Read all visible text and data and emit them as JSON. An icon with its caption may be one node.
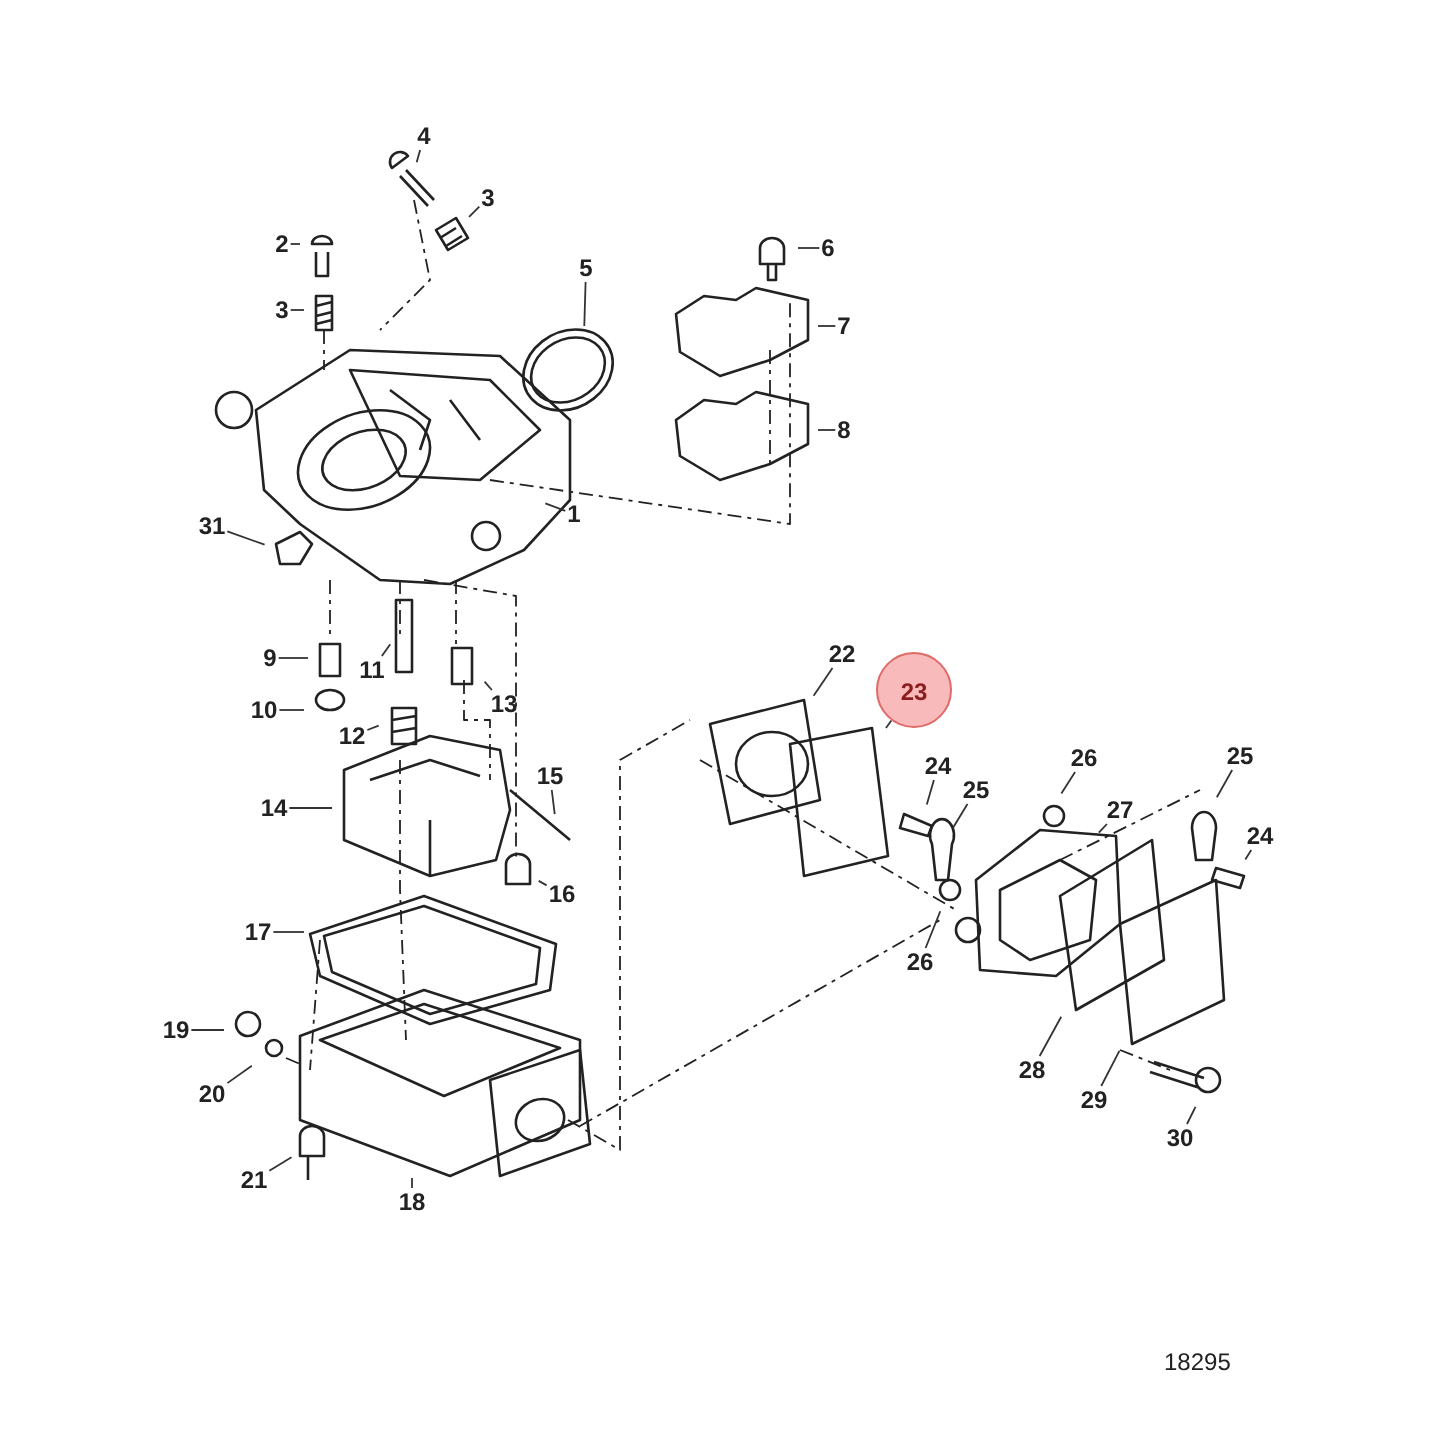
{
  "diagram": {
    "nodes": [
      {
        "text": [
          "4"
        ]
      },
      {
        "text": [
          "3"
        ]
      },
      {
        "text": [
          "2"
        ]
      },
      {
        "text": [
          "6"
        ]
      },
      {
        "text": [
          "5"
        ]
      },
      {
        "text": [
          "3"
        ]
      },
      {
        "text": [
          "7"
        ]
      },
      {
        "text": [
          "8"
        ]
      },
      {
        "text": [
          "1"
        ]
      },
      {
        "text": [
          "31"
        ]
      },
      {
        "text": [
          "22"
        ]
      },
      {
        "text": [
          "9"
        ]
      },
      {
        "text": [
          "11"
        ]
      },
      {
        "text": [
          "23"
        ]
      },
      {
        "text": [
          "13"
        ]
      },
      {
        "text": [
          "10"
        ]
      },
      {
        "text": [
          "12"
        ]
      },
      {
        "text": [
          "26"
        ]
      },
      {
        "text": [
          "24"
        ]
      },
      {
        "text": [
          "25"
        ]
      },
      {
        "text": [
          "15"
        ]
      },
      {
        "text": [
          "25"
        ]
      },
      {
        "text": [
          "27"
        ]
      },
      {
        "text": [
          "14"
        ]
      },
      {
        "text": [
          "24"
        ]
      },
      {
        "text": [
          "16"
        ]
      },
      {
        "text": [
          "17"
        ]
      },
      {
        "text": [
          "26"
        ]
      },
      {
        "text": [
          "19"
        ]
      },
      {
        "text": [
          "28"
        ]
      },
      {
        "text": [
          "20"
        ]
      },
      {
        "text": [
          "29"
        ]
      },
      {
        "text": [
          "30"
        ]
      },
      {
        "text": [
          "21"
        ]
      },
      {
        "text": [
          "18"
        ]
      }
    ],
    "edges": [
      {
        "from": 0,
        "to": null,
        "arrow": "none"
      },
      {
        "from": 1,
        "to": null,
        "arrow": "none"
      },
      {
        "from": 2,
        "to": null,
        "arrow": "none"
      },
      {
        "from": 3,
        "to": null,
        "arrow": "none"
      },
      {
        "from": 4,
        "to": null,
        "arrow": "none"
      },
      {
        "from": 5,
        "to": null,
        "arrow": "none"
      },
      {
        "from": 6,
        "to": null,
        "arrow": "none"
      },
      {
        "from": 7,
        "to": null,
        "arrow": "none"
      },
      {
        "from": 8,
        "to": null,
        "arrow": "none"
      },
      {
        "from": 9,
        "to": null,
        "arrow": "none"
      },
      {
        "from": 10,
        "to": null,
        "arrow": "none"
      },
      {
        "from": 11,
        "to": null,
        "arrow": "none"
      },
      {
        "from": 12,
        "to": null,
        "arrow": "none"
      },
      {
        "from": 13,
        "to": null,
        "arrow": "none"
      },
      {
        "from": 14,
        "to": null,
        "arrow": "none"
      },
      {
        "from": 15,
        "to": null,
        "arrow": "none"
      },
      {
        "from": 16,
        "to": null,
        "arrow": "none"
      },
      {
        "from": 17,
        "to": null,
        "arrow": "none"
      },
      {
        "from": 18,
        "to": null,
        "arrow": "none"
      },
      {
        "from": 19,
        "to": null,
        "arrow": "none"
      },
      {
        "from": 20,
        "to": null,
        "arrow": "none"
      },
      {
        "from": 21,
        "to": null,
        "arrow": "none"
      },
      {
        "from": 22,
        "to": null,
        "arrow": "none"
      },
      {
        "from": 23,
        "to": null,
        "arrow": "none"
      },
      {
        "from": 24,
        "to": null,
        "arrow": "none"
      },
      {
        "from": 25,
        "to": null,
        "arrow": "none"
      },
      {
        "from": 26,
        "to": null,
        "arrow": "none"
      },
      {
        "from": 27,
        "to": null,
        "arrow": "none"
      },
      {
        "from": 28,
        "to": null,
        "arrow": "none"
      },
      {
        "from": 29,
        "to": null,
        "arrow": "none"
      },
      {
        "from": 30,
        "to": null,
        "arrow": "none"
      },
      {
        "from": 31,
        "to": null,
        "arrow": "none"
      },
      {
        "from": 32,
        "to": null,
        "arrow": "none"
      },
      {
        "from": 33,
        "to": null,
        "arrow": "none"
      },
      {
        "from": 34,
        "to": null,
        "arrow": "none"
      }
    ],
    "labels": [
      "18295"
    ]
  }
}
